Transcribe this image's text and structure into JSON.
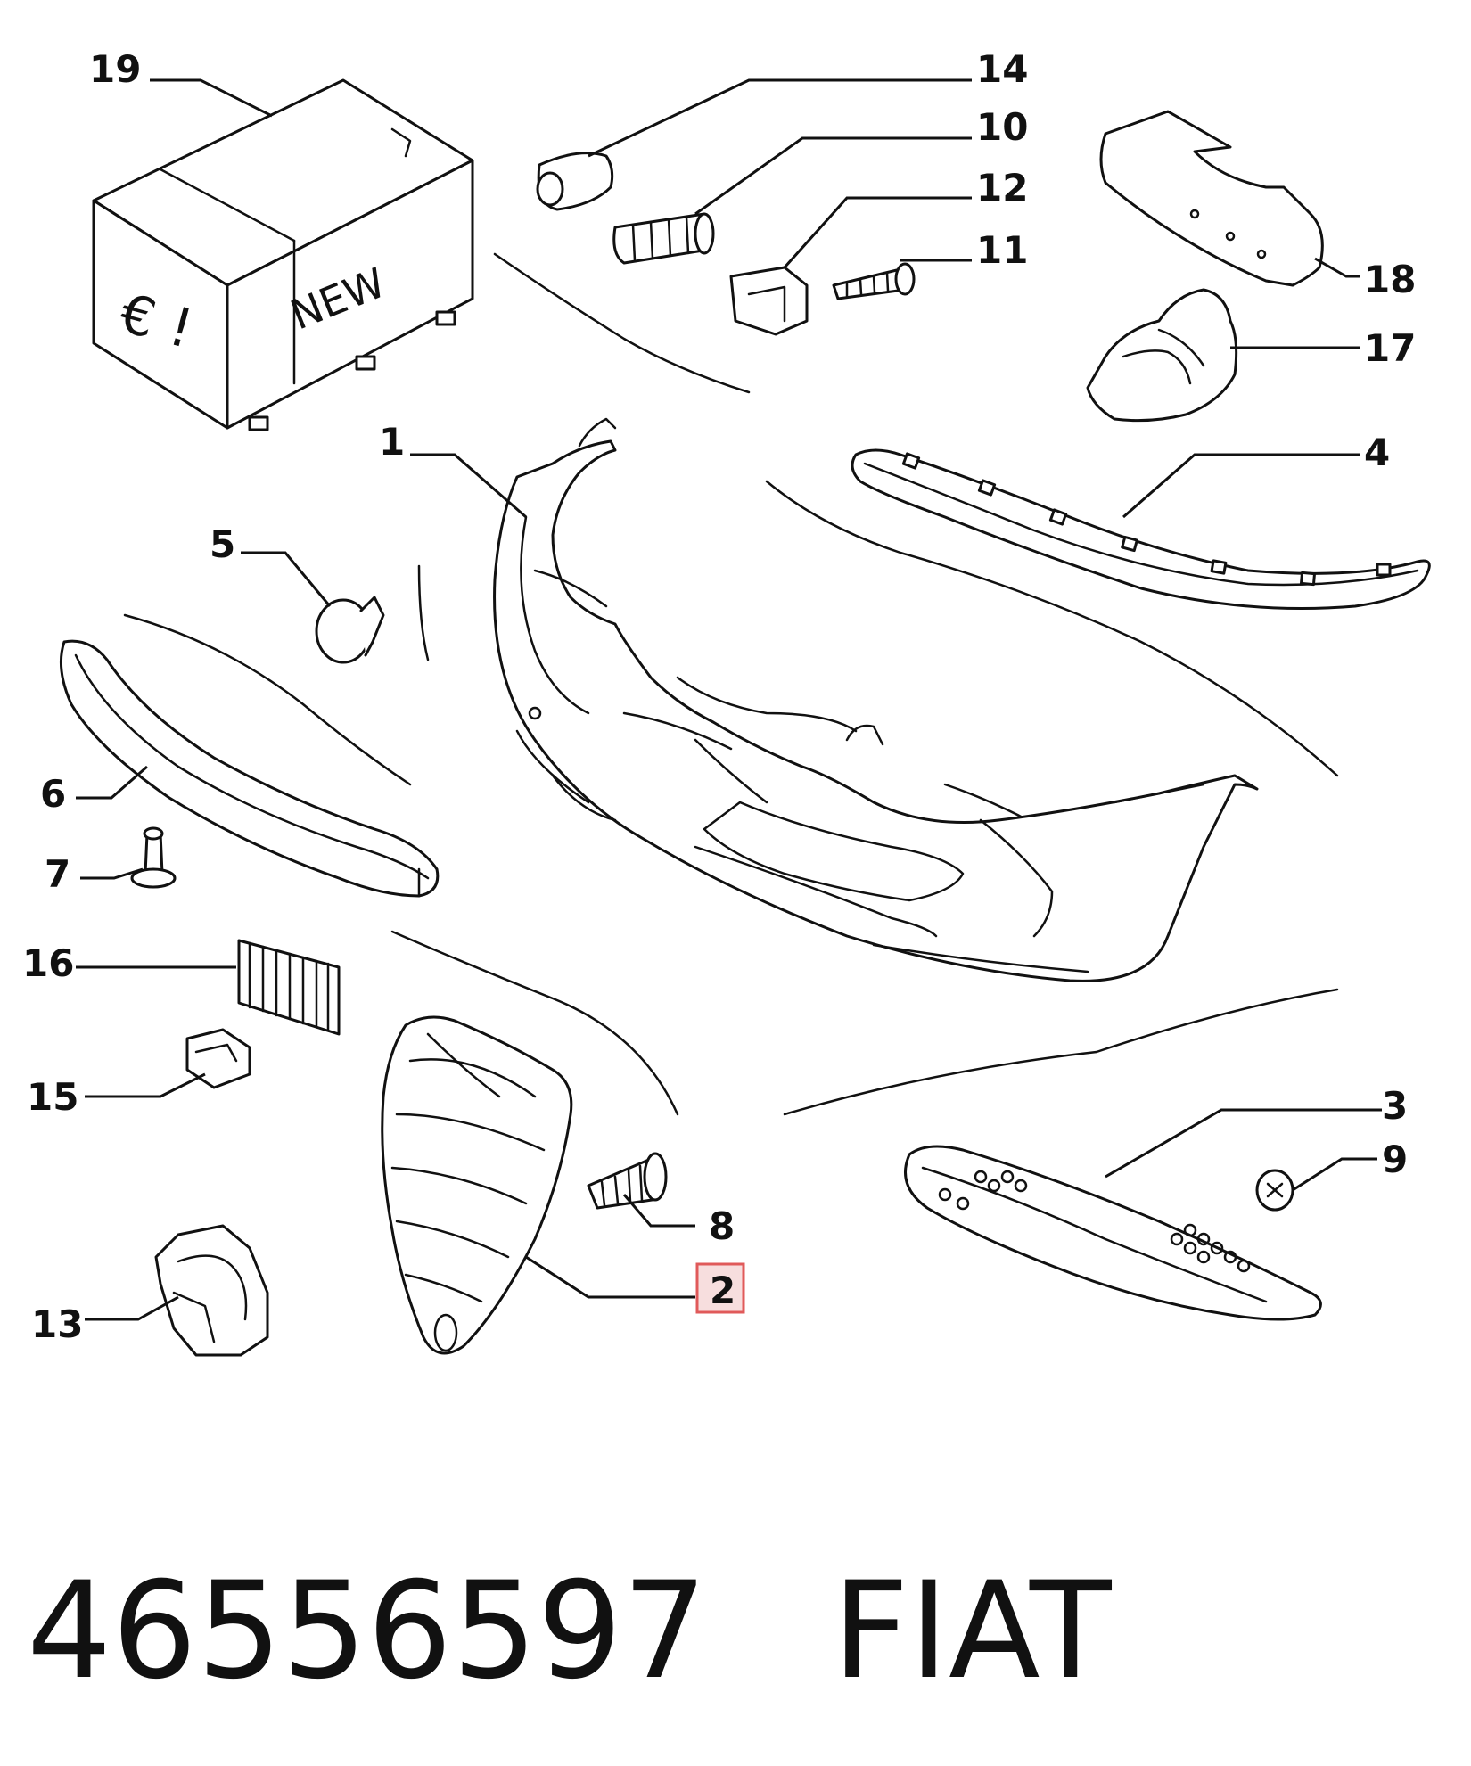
{
  "callouts": {
    "c1": "1",
    "c2": "2",
    "c3": "3",
    "c4": "4",
    "c5": "5",
    "c6": "6",
    "c7": "7",
    "c8": "8",
    "c9": "9",
    "c10": "10",
    "c11": "11",
    "c12": "12",
    "c13": "13",
    "c14": "14",
    "c15": "15",
    "c16": "16",
    "c17": "17",
    "c18": "18",
    "c19": "19"
  },
  "box_label": "NEW",
  "box_symbol": "€ !",
  "highlighted_callout": "2",
  "highlight_color": "#e05a5a",
  "highlight_fill": "#f7dede",
  "part_number": "46556597",
  "brand": "FIAT"
}
